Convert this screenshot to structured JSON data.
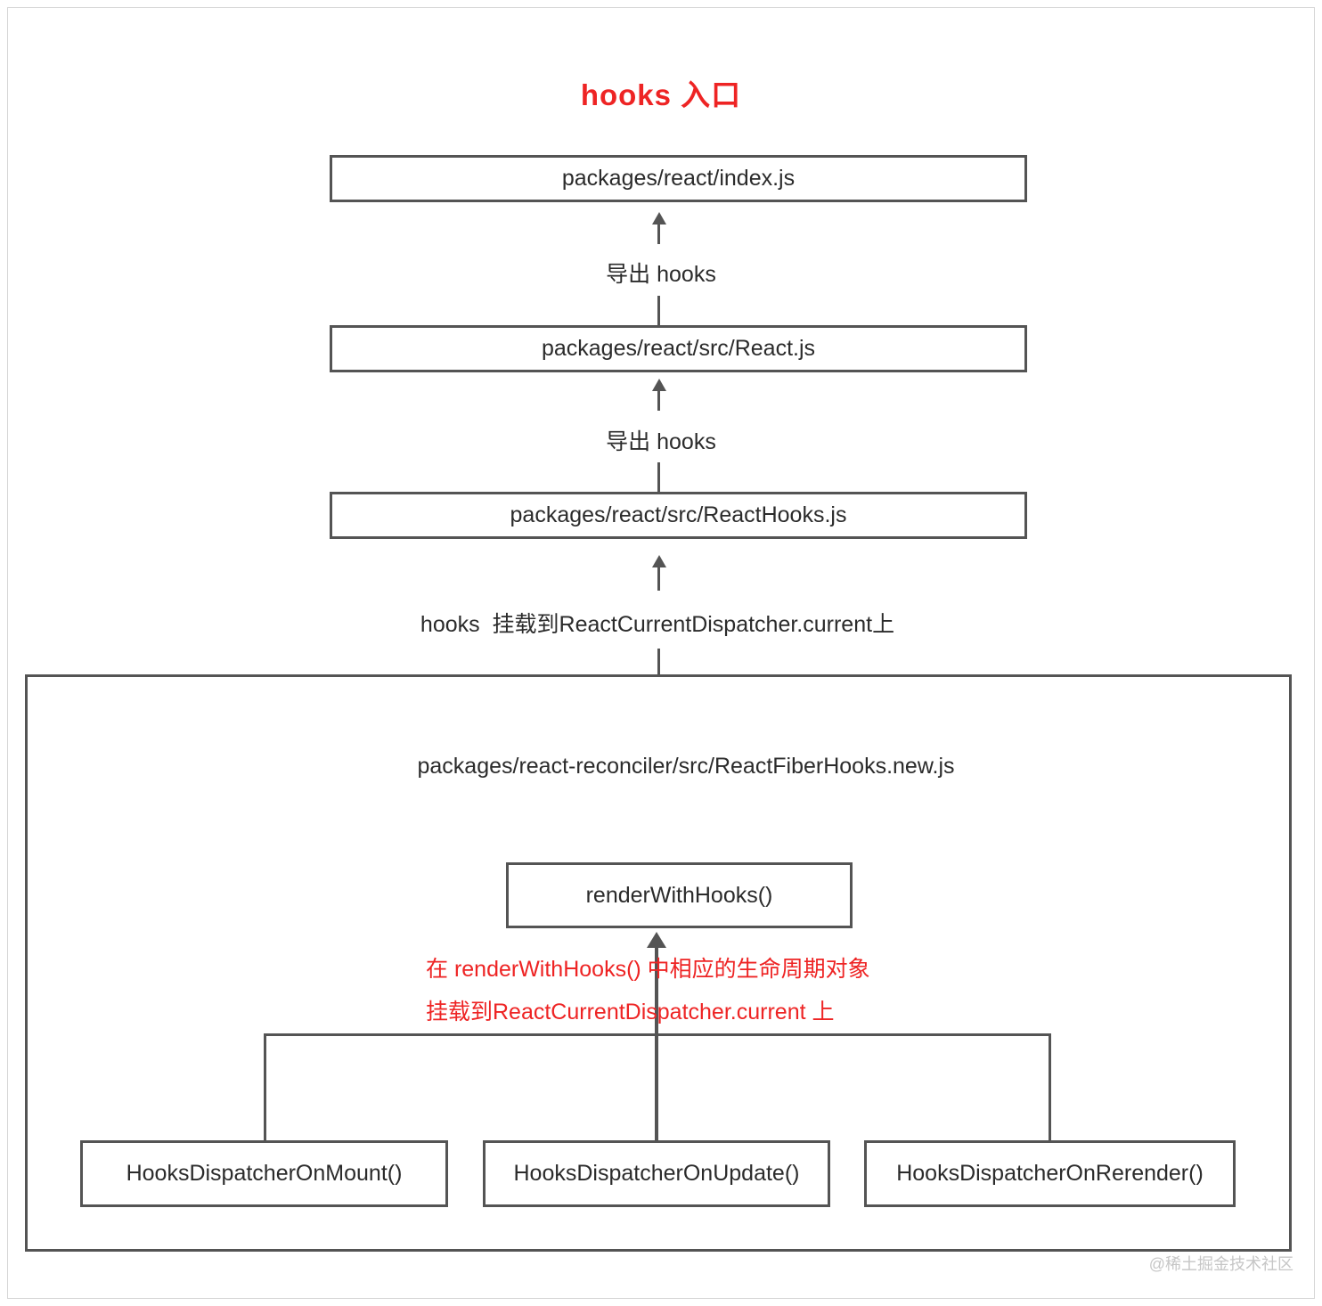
{
  "title": "hooks 入口",
  "colors": {
    "accent_red": "#ee2424",
    "line_gray": "#545454",
    "text_dark": "#2b2b2b",
    "watermark_gray": "#c6c6c6"
  },
  "flow": {
    "box1": "packages/react/index.js",
    "edge1_label": "导出 hooks",
    "box2": "packages/react/src/React.js",
    "edge2_label": "导出 hooks",
    "box3": "packages/react/src/ReactHooks.js",
    "edge3_label": "hooks  挂载到ReactCurrentDispatcher.current上"
  },
  "container": {
    "label": "packages/react-reconciler/src/ReactFiberHooks.new.js",
    "render_box": "renderWithHooks()",
    "annotation_line1": "在 renderWithHooks() 中相应的生命周期对象",
    "annotation_line2": "挂载到ReactCurrentDispatcher.current 上",
    "dispatchers": [
      "HooksDispatcherOnMount()",
      "HooksDispatcherOnUpdate()",
      "HooksDispatcherOnRerender()"
    ]
  },
  "watermark": "@稀土掘金技术社区"
}
